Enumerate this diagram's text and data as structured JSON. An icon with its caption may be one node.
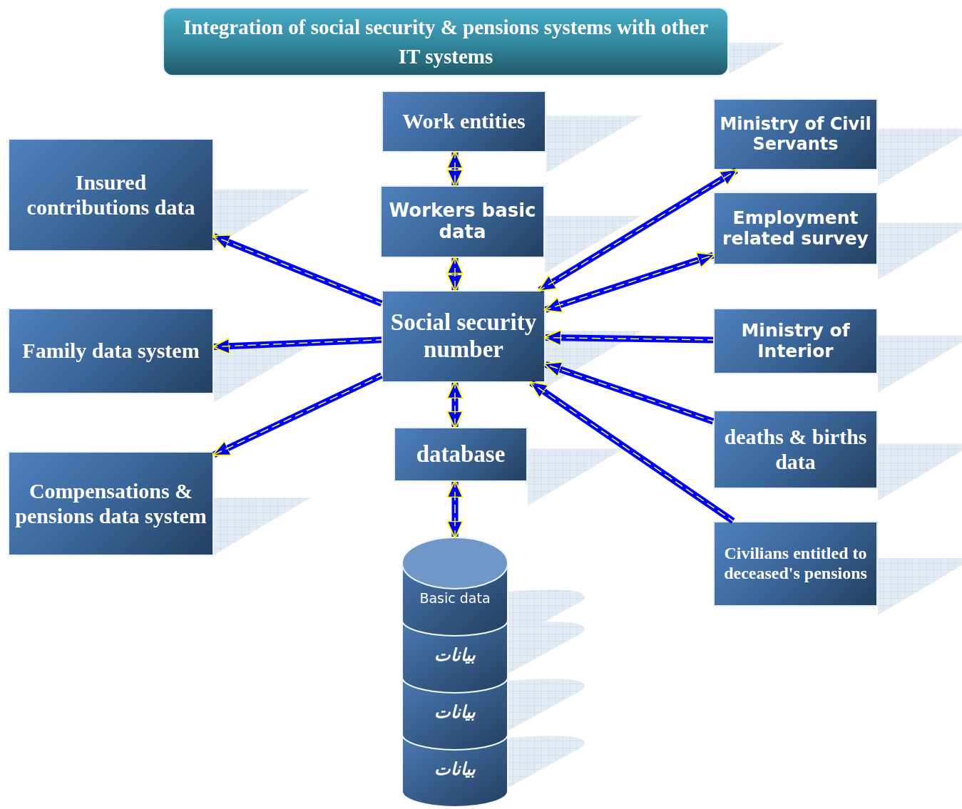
{
  "diagram": {
    "title": "Integration of social security & pensions systems with other IT systems",
    "nodes": [
      {
        "text": [
          "Work entities"
        ]
      },
      {
        "text": [
          "Ministry of Civil Servants"
        ]
      },
      {
        "text": [
          "Insured contributions data"
        ]
      },
      {
        "text": [
          "Workers basic data"
        ]
      },
      {
        "text": [
          "Employment related survey"
        ]
      },
      {
        "text": [
          "Family data system"
        ]
      },
      {
        "text": [
          "Social security number"
        ]
      },
      {
        "text": [
          "Ministry of Interior"
        ]
      },
      {
        "text": [
          "deaths & births data"
        ]
      },
      {
        "text": [
          "database"
        ]
      },
      {
        "text": [
          "Compensations & pensions data system"
        ]
      },
      {
        "text": [
          "Civilians entitled to deceased's pensions"
        ]
      },
      {
        "text": [
          "Basic data"
        ]
      },
      {
        "text": [
          "بيانات"
        ]
      },
      {
        "text": [
          "بيانات"
        ]
      },
      {
        "text": [
          "بيانات"
        ]
      }
    ],
    "edges": [
      {
        "from": 0,
        "to": 3,
        "arrow": "both"
      },
      {
        "from": 3,
        "to": 6,
        "arrow": "both"
      },
      {
        "from": 6,
        "to": 9,
        "arrow": "both"
      },
      {
        "from": 9,
        "to": 12,
        "arrow": "both"
      },
      {
        "from": 6,
        "to": 2,
        "arrow": "to"
      },
      {
        "from": 6,
        "to": 5,
        "arrow": "to"
      },
      {
        "from": 6,
        "to": 10,
        "arrow": "to"
      },
      {
        "from": 6,
        "to": 1,
        "arrow": "both"
      },
      {
        "from": 6,
        "to": 4,
        "arrow": "both"
      },
      {
        "from": 7,
        "to": 6,
        "arrow": "to"
      },
      {
        "from": 8,
        "to": 6,
        "arrow": "to"
      },
      {
        "from": 11,
        "to": 6,
        "arrow": "to"
      }
    ]
  }
}
